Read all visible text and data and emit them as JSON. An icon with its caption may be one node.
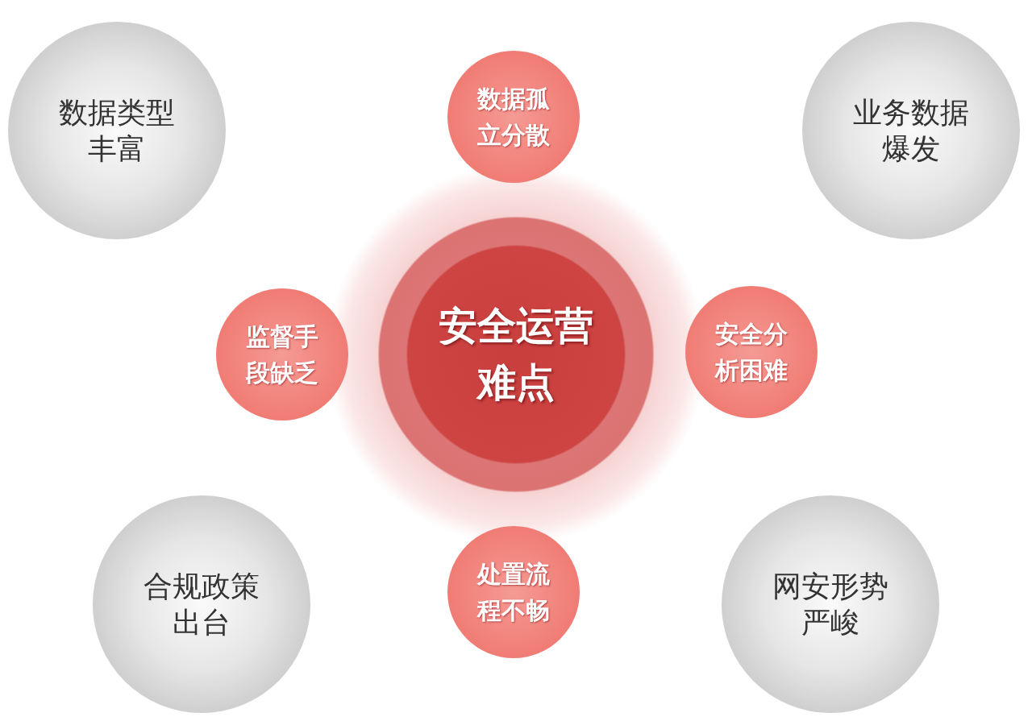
{
  "diagram": {
    "nodes": [
      {
        "text": [
          "数据类型丰富"
        ]
      },
      {
        "text": [
          "数据孤立分散"
        ]
      },
      {
        "text": [
          "业务数据爆发"
        ]
      },
      {
        "text": [
          "监督手段缺乏"
        ]
      },
      {
        "text": [
          "安全运营难点"
        ]
      },
      {
        "text": [
          "安全分析困难"
        ]
      },
      {
        "text": [
          "合规政策出台"
        ]
      },
      {
        "text": [
          "处置流程不畅"
        ]
      },
      {
        "text": [
          "网安形势严峻"
        ]
      }
    ],
    "edges": []
  }
}
